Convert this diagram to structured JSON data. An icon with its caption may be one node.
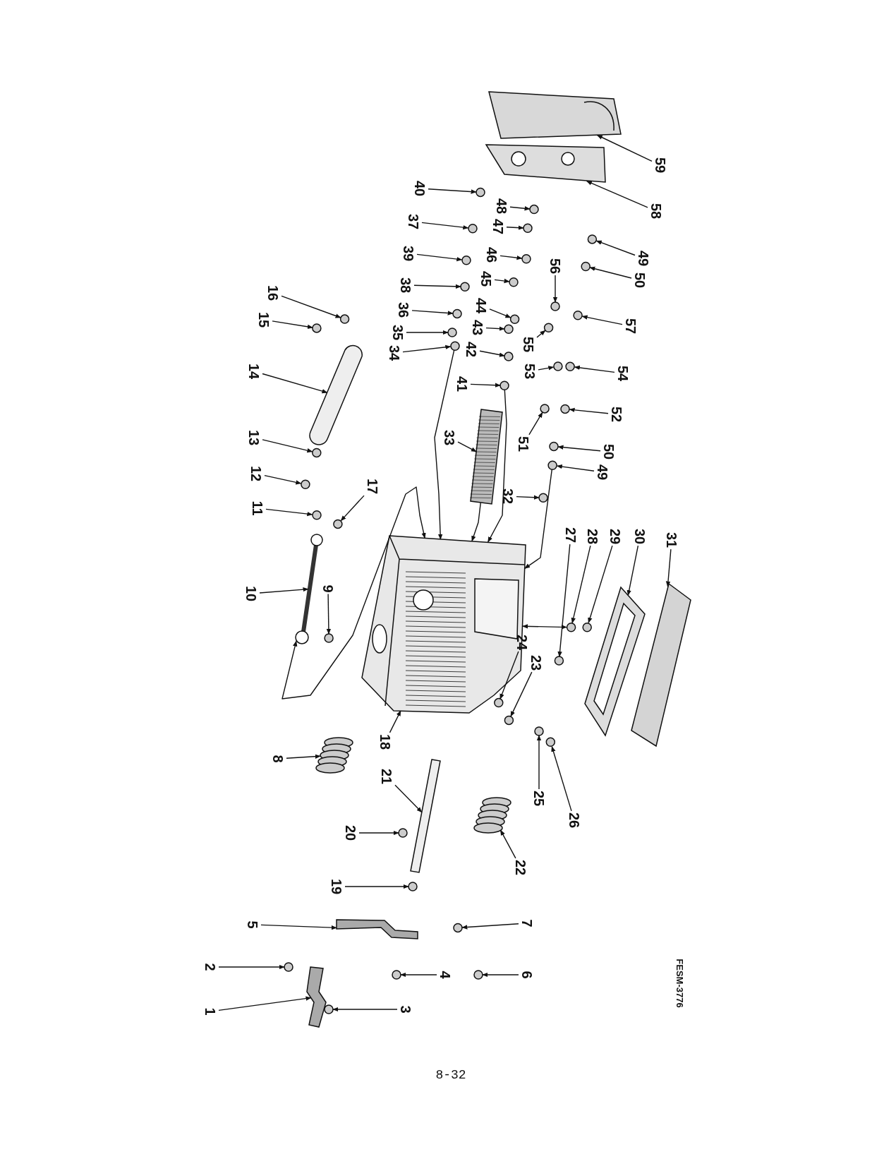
{
  "diagram": {
    "nodes": [
      {
        "text": [
          "1"
        ]
      },
      {
        "text": [
          "2"
        ]
      },
      {
        "text": [
          "3"
        ]
      },
      {
        "text": [
          "4"
        ]
      },
      {
        "text": [
          "5"
        ]
      },
      {
        "text": [
          "6"
        ]
      },
      {
        "text": [
          "7"
        ]
      },
      {
        "text": [
          "8"
        ]
      },
      {
        "text": [
          "9"
        ]
      },
      {
        "text": [
          "10"
        ]
      },
      {
        "text": [
          "11"
        ]
      },
      {
        "text": [
          "12"
        ]
      },
      {
        "text": [
          "13"
        ]
      },
      {
        "text": [
          "14"
        ]
      },
      {
        "text": [
          "15"
        ]
      },
      {
        "text": [
          "16"
        ]
      },
      {
        "text": [
          "17"
        ]
      },
      {
        "text": [
          "18"
        ]
      },
      {
        "text": [
          "19"
        ]
      },
      {
        "text": [
          "20"
        ]
      },
      {
        "text": [
          "21"
        ]
      },
      {
        "text": [
          "22"
        ]
      },
      {
        "text": [
          "23"
        ]
      },
      {
        "text": [
          "24"
        ]
      },
      {
        "text": [
          "25"
        ]
      },
      {
        "text": [
          "26"
        ]
      },
      {
        "text": [
          "27"
        ]
      },
      {
        "text": [
          "28"
        ]
      },
      {
        "text": [
          "29"
        ]
      },
      {
        "text": [
          "30"
        ]
      },
      {
        "text": [
          "31"
        ]
      },
      {
        "text": [
          "32"
        ]
      },
      {
        "text": [
          "33"
        ]
      },
      {
        "text": [
          "34"
        ]
      },
      {
        "text": [
          "35"
        ]
      },
      {
        "text": [
          "36"
        ]
      },
      {
        "text": [
          "37"
        ]
      },
      {
        "text": [
          "38"
        ]
      },
      {
        "text": [
          "39"
        ]
      },
      {
        "text": [
          "40"
        ]
      },
      {
        "text": [
          "41"
        ]
      },
      {
        "text": [
          "42"
        ]
      },
      {
        "text": [
          "43"
        ]
      },
      {
        "text": [
          "44"
        ]
      },
      {
        "text": [
          "45"
        ]
      },
      {
        "text": [
          "46"
        ]
      },
      {
        "text": [
          "47"
        ]
      },
      {
        "text": [
          "48"
        ]
      },
      {
        "text": [
          "49"
        ]
      },
      {
        "text": [
          "50"
        ]
      },
      {
        "text": [
          "51"
        ]
      },
      {
        "text": [
          "52"
        ]
      },
      {
        "text": [
          "53"
        ]
      },
      {
        "text": [
          "54"
        ]
      },
      {
        "text": [
          "55"
        ]
      },
      {
        "text": [
          "56"
        ]
      },
      {
        "text": [
          "57"
        ]
      },
      {
        "text": [
          "58"
        ]
      },
      {
        "text": [
          "49"
        ]
      },
      {
        "text": [
          "50"
        ]
      },
      {
        "text": [
          "59"
        ]
      },
      {
        "text": [],
        "shape": "picture"
      },
      {
        "text": [],
        "shape": "circle"
      },
      {
        "text": [],
        "shape": "circle"
      },
      {
        "text": [],
        "shape": "circle"
      },
      {
        "text": [],
        "shape": "picture"
      },
      {
        "text": [],
        "shape": "circle"
      },
      {
        "text": [],
        "shape": "circle"
      },
      {
        "text": [],
        "shape": "picture"
      },
      {
        "text": [],
        "shape": "circle"
      },
      {
        "text": [],
        "shape": "picture"
      },
      {
        "text": [],
        "shape": "circle"
      },
      {
        "text": [],
        "shape": "circle"
      },
      {
        "text": [],
        "shape": "circle"
      },
      {
        "text": [],
        "shape": "picture"
      },
      {
        "text": [],
        "shape": "circle"
      },
      {
        "text": [],
        "shape": "circle"
      },
      {
        "text": [],
        "shape": "circle"
      },
      {
        "text": [],
        "shape": "picture"
      },
      {
        "text": [],
        "shape": "circle"
      },
      {
        "text": [],
        "shape": "circle"
      },
      {
        "text": [],
        "shape": "picture"
      },
      {
        "text": [],
        "shape": "picture"
      },
      {
        "text": [],
        "shape": "circle"
      },
      {
        "text": [],
        "shape": "circle"
      },
      {
        "text": [],
        "shape": "circle"
      },
      {
        "text": [],
        "shape": "circle"
      },
      {
        "text": [],
        "shape": "circle"
      },
      {
        "text": [],
        "shape": "circle"
      },
      {
        "text": [],
        "shape": "circle"
      },
      {
        "text": [],
        "shape": "picture"
      },
      {
        "text": [],
        "shape": "picture"
      },
      {
        "text": [],
        "shape": "circle"
      },
      {
        "text": [],
        "shape": "picture"
      },
      {
        "text": [],
        "shape": "circle"
      },
      {
        "text": [],
        "shape": "circle"
      },
      {
        "text": [],
        "shape": "circle"
      },
      {
        "text": [],
        "shape": "circle"
      },
      {
        "text": [],
        "shape": "circle"
      },
      {
        "text": [],
        "shape": "circle"
      },
      {
        "text": [],
        "shape": "circle"
      },
      {
        "text": [],
        "shape": "circle"
      },
      {
        "text": [],
        "shape": "circle"
      },
      {
        "text": [],
        "shape": "circle"
      },
      {
        "text": [],
        "shape": "circle"
      },
      {
        "text": [],
        "shape": "circle"
      },
      {
        "text": [],
        "shape": "circle"
      },
      {
        "text": [],
        "shape": "circle"
      },
      {
        "text": [],
        "shape": "circle"
      },
      {
        "text": [],
        "shape": "circle"
      },
      {
        "text": [],
        "shape": "circle"
      },
      {
        "text": [],
        "shape": "circle"
      },
      {
        "text": [],
        "shape": "circle"
      },
      {
        "text": [],
        "shape": "circle"
      },
      {
        "text": [],
        "shape": "circle"
      },
      {
        "text": [],
        "shape": "circle"
      },
      {
        "text": [],
        "shape": "circle"
      },
      {
        "text": [],
        "shape": "circle"
      },
      {
        "text": [],
        "shape": "picture"
      },
      {
        "text": [],
        "shape": "circle"
      },
      {
        "text": [],
        "shape": "circle"
      },
      {
        "text": [],
        "shape": "picture"
      }
    ],
    "edges": [
      {
        "from": 0,
        "to": 61,
        "arrow": "to"
      },
      {
        "from": 1,
        "to": 62,
        "arrow": "to"
      },
      {
        "from": 2,
        "to": 63,
        "arrow": "to"
      },
      {
        "from": 3,
        "to": 64,
        "arrow": "to"
      },
      {
        "from": 4,
        "to": 65,
        "arrow": "to"
      },
      {
        "from": 5,
        "to": 66,
        "arrow": "to"
      },
      {
        "from": 6,
        "to": 67,
        "arrow": "to"
      },
      {
        "from": 7,
        "to": 68,
        "arrow": "to"
      },
      {
        "from": 8,
        "to": 69,
        "arrow": "to"
      },
      {
        "from": 9,
        "to": 70,
        "arrow": "to"
      },
      {
        "from": 10,
        "to": 71,
        "arrow": "to"
      },
      {
        "from": 11,
        "to": 72,
        "arrow": "to"
      },
      {
        "from": 12,
        "to": 73,
        "arrow": "to"
      },
      {
        "from": 13,
        "to": 74,
        "arrow": "to"
      },
      {
        "from": 14,
        "to": 75,
        "arrow": "to"
      },
      {
        "from": 15,
        "to": 76,
        "arrow": "to"
      },
      {
        "from": 16,
        "to": 77,
        "arrow": "to"
      },
      {
        "from": 17,
        "to": 78,
        "arrow": "to"
      },
      {
        "from": 18,
        "to": 79,
        "arrow": "to"
      },
      {
        "from": 19,
        "to": 80,
        "arrow": "to"
      },
      {
        "from": 20,
        "to": 81,
        "arrow": "to"
      },
      {
        "from": 21,
        "to": 82,
        "arrow": "to"
      },
      {
        "from": 22,
        "to": 83,
        "arrow": "to"
      },
      {
        "from": 23,
        "to": 84,
        "arrow": "to"
      },
      {
        "from": 24,
        "to": 85,
        "arrow": "to"
      },
      {
        "from": 25,
        "to": 86,
        "arrow": "to"
      },
      {
        "from": 26,
        "to": 87,
        "arrow": "to"
      },
      {
        "from": 27,
        "to": 88,
        "arrow": "to"
      },
      {
        "from": 28,
        "to": 89,
        "arrow": "to"
      },
      {
        "from": 29,
        "to": 90,
        "arrow": "to"
      },
      {
        "from": 30,
        "to": 91,
        "arrow": "to"
      },
      {
        "from": 31,
        "to": 92,
        "arrow": "to"
      },
      {
        "from": 32,
        "to": 93,
        "arrow": "to"
      },
      {
        "from": 33,
        "to": 94,
        "arrow": "to"
      },
      {
        "from": 34,
        "to": 95,
        "arrow": "to"
      },
      {
        "from": 35,
        "to": 96,
        "arrow": "to"
      },
      {
        "from": 36,
        "to": 97,
        "arrow": "to"
      },
      {
        "from": 37,
        "to": 98,
        "arrow": "to"
      },
      {
        "from": 38,
        "to": 99,
        "arrow": "to"
      },
      {
        "from": 39,
        "to": 100,
        "arrow": "to"
      },
      {
        "from": 40,
        "to": 101,
        "arrow": "to"
      },
      {
        "from": 41,
        "to": 102,
        "arrow": "to"
      },
      {
        "from": 42,
        "to": 103,
        "arrow": "to"
      },
      {
        "from": 43,
        "to": 104,
        "arrow": "to"
      },
      {
        "from": 44,
        "to": 105,
        "arrow": "to"
      },
      {
        "from": 45,
        "to": 106,
        "arrow": "to"
      },
      {
        "from": 46,
        "to": 107,
        "arrow": "to"
      },
      {
        "from": 47,
        "to": 108,
        "arrow": "to"
      },
      {
        "from": 48,
        "to": 109,
        "arrow": "to"
      },
      {
        "from": 49,
        "to": 110,
        "arrow": "to"
      },
      {
        "from": 50,
        "to": 111,
        "arrow": "to"
      },
      {
        "from": 51,
        "to": 112,
        "arrow": "to"
      },
      {
        "from": 52,
        "to": 113,
        "arrow": "to"
      },
      {
        "from": 53,
        "to": 114,
        "arrow": "to"
      },
      {
        "from": 54,
        "to": 115,
        "arrow": "to"
      },
      {
        "from": 55,
        "to": 116,
        "arrow": "to"
      },
      {
        "from": 56,
        "to": 117,
        "arrow": "to"
      },
      {
        "from": 57,
        "to": 118,
        "arrow": "to"
      },
      {
        "from": 58,
        "to": 119,
        "arrow": "to"
      },
      {
        "from": 59,
        "to": 120,
        "arrow": "to"
      },
      {
        "from": 60,
        "to": 121,
        "arrow": "to"
      },
      {
        "from": 70,
        "to": 78,
        "arrow": "both"
      },
      {
        "from": 88,
        "to": 78,
        "arrow": "both"
      },
      {
        "from": 94,
        "to": 78,
        "arrow": "to"
      },
      {
        "from": 93,
        "to": 78,
        "arrow": "to"
      },
      {
        "from": 101,
        "to": 78,
        "arrow": "to"
      },
      {
        "from": 109,
        "to": 78,
        "arrow": "to"
      }
    ],
    "labels": [
      "FESM-3776",
      "8-32"
    ]
  }
}
